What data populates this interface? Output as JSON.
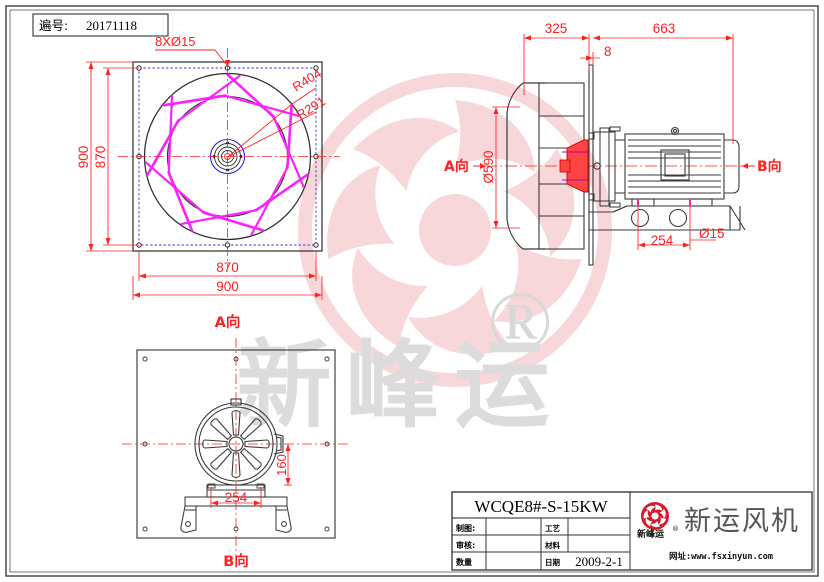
{
  "sheet": {
    "doc_number_label": "遍号:",
    "doc_number_value": "20171118",
    "border_color": "#555555",
    "dimension_color": "#ff2020",
    "outline_color": "#3a3a3a",
    "blade_color": "#ff20ff",
    "hub_color": "#2020ff",
    "watermark_color": "#f7d7da",
    "logo_red": "#d9182a"
  },
  "front_view": {
    "name": "A向",
    "label": "A向",
    "hole_note": "8XØ15",
    "radius_outer": "R404",
    "radius_inner": "R291",
    "dim_width_outer": "900",
    "dim_width_inner": "870",
    "dim_height_outer": "900",
    "dim_height_inner": "870",
    "blade_count": 7,
    "bolt_hole_count": 8
  },
  "side_view": {
    "name": "side-section",
    "dim_casing_depth": "325",
    "dim_motor_length": "663",
    "dim_plate_thickness": "8",
    "dim_inlet_diameter": "Ø590",
    "dim_base_width": "254",
    "dim_base_hole": "Ø15",
    "arrow_left_label": "A向",
    "arrow_right_label": "B向"
  },
  "bottom_view": {
    "name": "B向",
    "label": "B向",
    "dim_base_width": "254",
    "dim_base_height": "160"
  },
  "title_block": {
    "model": "WCQE8#-S-15KW",
    "rows": [
      {
        "label": "制图:",
        "value": "",
        "label2": "工艺",
        "value2": ""
      },
      {
        "label": "审核:",
        "value": "",
        "label2": "材料",
        "value2": ""
      },
      {
        "label": "数量",
        "value": "",
        "label2": "日期",
        "value2": "2009-2-1"
      }
    ],
    "company_name": "新运风机",
    "company_mark": "新峰运",
    "registered_mark": "®",
    "website": "网址:www.fsxinyun.com"
  },
  "watermarks": {
    "center_text": "新峰运",
    "registered": "®"
  }
}
